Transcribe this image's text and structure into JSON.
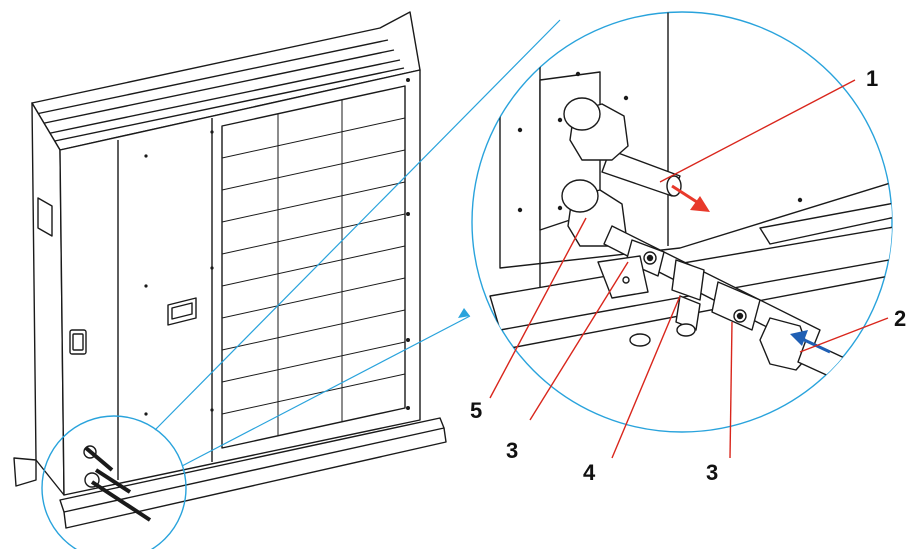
{
  "labels": {
    "l1": "1",
    "l2": "2",
    "l3a": "3",
    "l3b": "3",
    "l4": "4",
    "l5": "5"
  },
  "colors": {
    "outline": "#1a1a1a",
    "leader_red": "#d9261c",
    "zoom_circle": "#29a3dc",
    "arrow_out": "#e8392b",
    "arrow_in": "#1f5fb4"
  }
}
